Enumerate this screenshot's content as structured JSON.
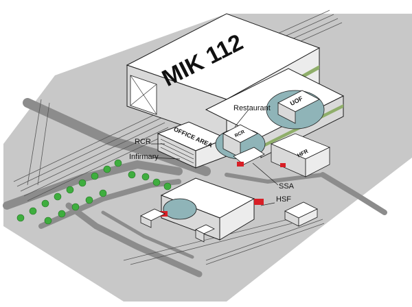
{
  "buildings": {
    "main_hall": "MIK 112",
    "office": "OFFICE AREA",
    "rcr_roof": "RCR",
    "uof": "UOF",
    "hfr": "HFR"
  },
  "labels": {
    "restaurant": "Restaurant",
    "rcr": "RCR",
    "infirmary": "Infirmary",
    "ssa": "SSA",
    "hsf": "HSF"
  },
  "colors": {
    "ground": "#c8c8c8",
    "road": "#8c8c8c",
    "roof": "#ffffff",
    "wall": "#d9d9d9",
    "stripe": "#8fae6a",
    "containment": "#8fb4b8",
    "highlight": "#d81f26",
    "tree": "#3fae3f",
    "outline": "#1a1a1a"
  }
}
